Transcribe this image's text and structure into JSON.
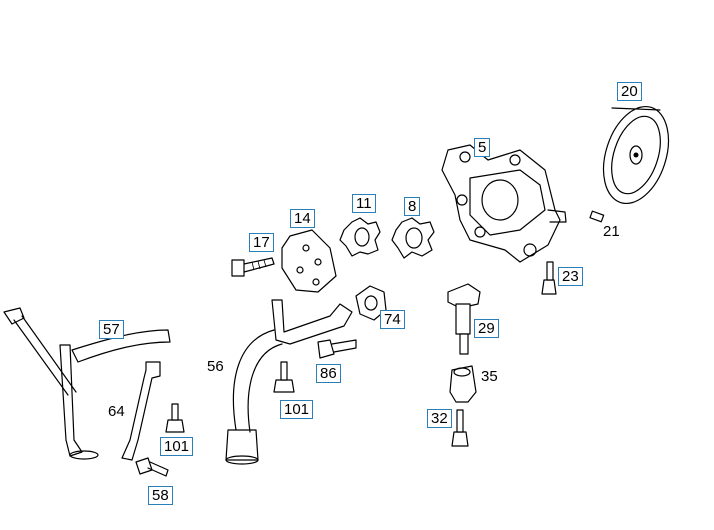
{
  "labels": [
    {
      "id": "20",
      "text": "20",
      "boxed": true
    },
    {
      "id": "5",
      "text": "5",
      "boxed": true
    },
    {
      "id": "11",
      "text": "11",
      "boxed": true
    },
    {
      "id": "8",
      "text": "8",
      "boxed": true
    },
    {
      "id": "14",
      "text": "14",
      "boxed": true
    },
    {
      "id": "17",
      "text": "17",
      "boxed": true
    },
    {
      "id": "21",
      "text": "21",
      "boxed": false
    },
    {
      "id": "23",
      "text": "23",
      "boxed": true
    },
    {
      "id": "57",
      "text": "57",
      "boxed": true
    },
    {
      "id": "74",
      "text": "74",
      "boxed": true
    },
    {
      "id": "29",
      "text": "29",
      "boxed": true
    },
    {
      "id": "56",
      "text": "56",
      "boxed": false
    },
    {
      "id": "86",
      "text": "86",
      "boxed": true
    },
    {
      "id": "35",
      "text": "35",
      "boxed": false
    },
    {
      "id": "64",
      "text": "64",
      "boxed": false
    },
    {
      "id": "101a",
      "text": "101",
      "boxed": true
    },
    {
      "id": "101b",
      "text": "101",
      "boxed": true
    },
    {
      "id": "32",
      "text": "32",
      "boxed": true
    },
    {
      "id": "58",
      "text": "58",
      "boxed": true
    }
  ]
}
